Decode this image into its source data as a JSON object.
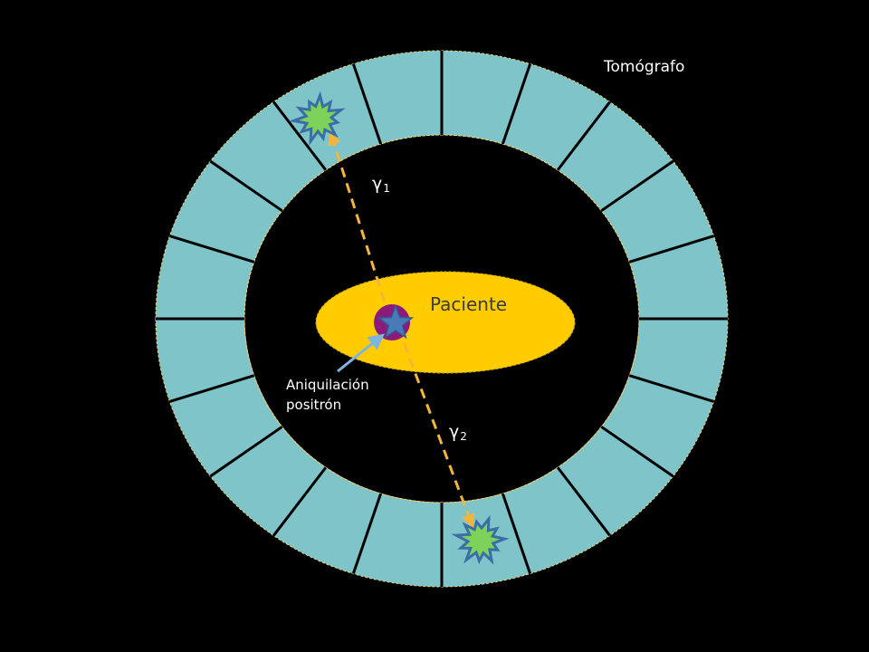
{
  "labels": {
    "scanner": "Tomógrafo",
    "patient": "Paciente",
    "annihilation_line1": "Aniquilación",
    "annihilation_line2": "positrón",
    "gamma_symbol": "γ",
    "gamma1_sub": "1",
    "gamma2_sub": "2"
  },
  "detector_ring": {
    "segments": 20
  },
  "colors": {
    "background": "#000000",
    "detector_ring": "#7fc4c8",
    "patient": "#ffcc00",
    "annihilation_point": "#8b1a7a",
    "annihilation_star": "#4a7bb8",
    "gamma_path": "#f5b53d",
    "detection_flash": "#7dd35a",
    "flash_outline": "#3b6ea8",
    "pointer_arrow": "#7fb3e0"
  }
}
